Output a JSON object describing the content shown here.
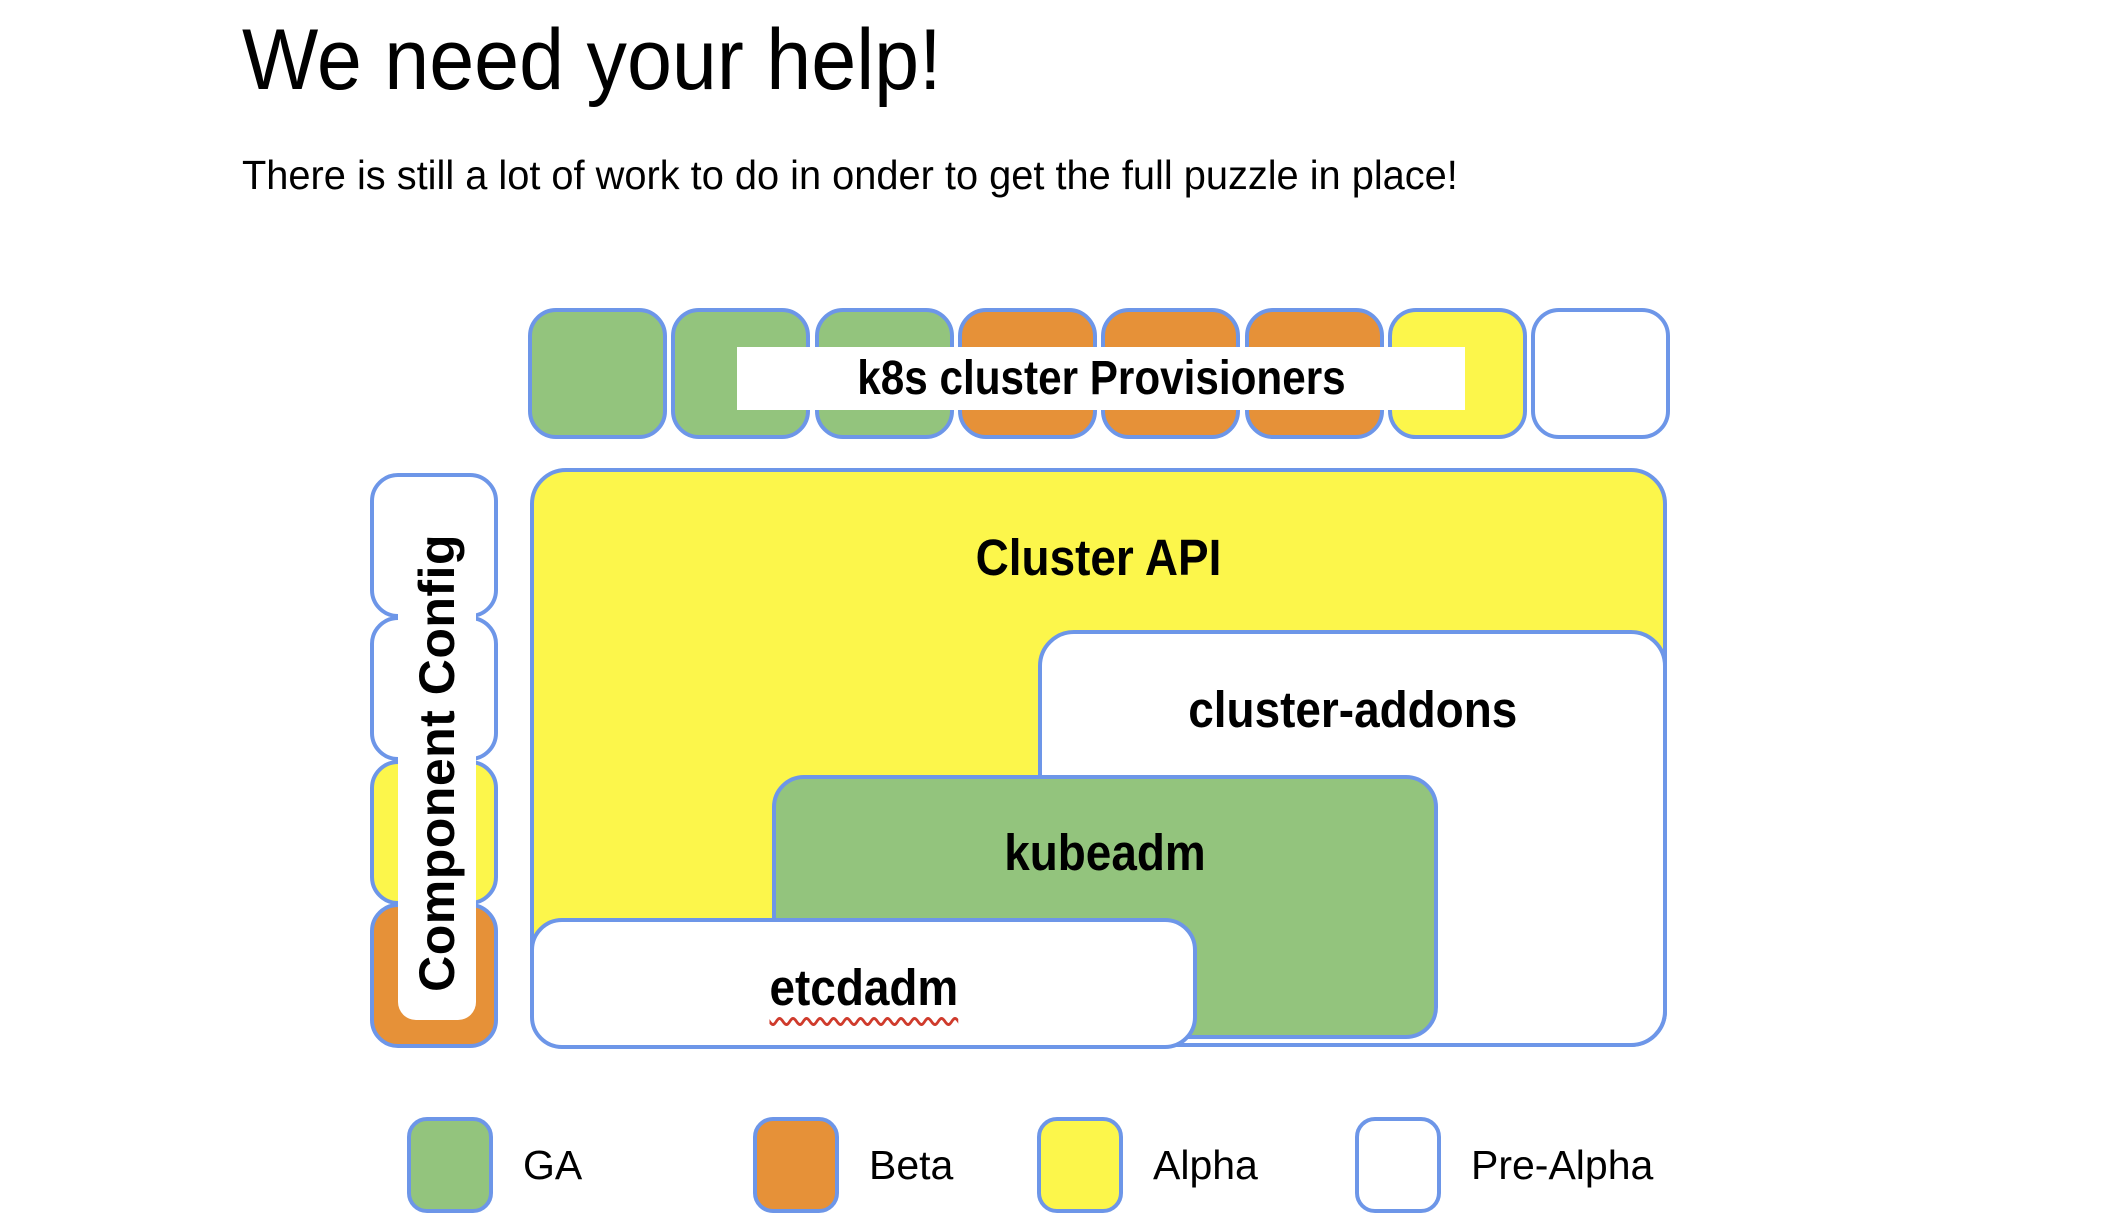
{
  "slide": {
    "title": "We need your help!",
    "subtitle": "There is still a lot of work to do in onder to get the full puzzle in place!"
  },
  "colors": {
    "ga_green": "#93c47d",
    "beta_orange": "#e69138",
    "alpha_yellow": "#fcf64b",
    "prealpha_white": "#ffffff",
    "border_blue": "#6d96e8",
    "squiggle_red": "#cf3b2c",
    "text_black": "#000000"
  },
  "puzzle": {
    "provisioners_label": "k8s cluster Provisioners",
    "provisioner_pieces": [
      "ga",
      "ga",
      "ga",
      "beta",
      "beta",
      "beta",
      "alpha",
      "prealpha"
    ],
    "blocks": [
      {
        "id": "cluster-api",
        "label": "Cluster API",
        "status": "alpha"
      },
      {
        "id": "cluster-addons",
        "label": "cluster-addons",
        "status": "prealpha"
      },
      {
        "id": "kubeadm",
        "label": "kubeadm",
        "status": "ga"
      },
      {
        "id": "etcdadm",
        "label": "etcdadm",
        "status": "prealpha",
        "spellcheck_underline": true
      }
    ],
    "component_config": {
      "label": "Component Config",
      "pieces": [
        "prealpha",
        "prealpha",
        "alpha",
        "beta"
      ]
    }
  },
  "legend": [
    {
      "label": "GA",
      "status": "ga"
    },
    {
      "label": "Beta",
      "status": "beta"
    },
    {
      "label": "Alpha",
      "status": "alpha"
    },
    {
      "label": "Pre-Alpha",
      "status": "prealpha"
    }
  ]
}
